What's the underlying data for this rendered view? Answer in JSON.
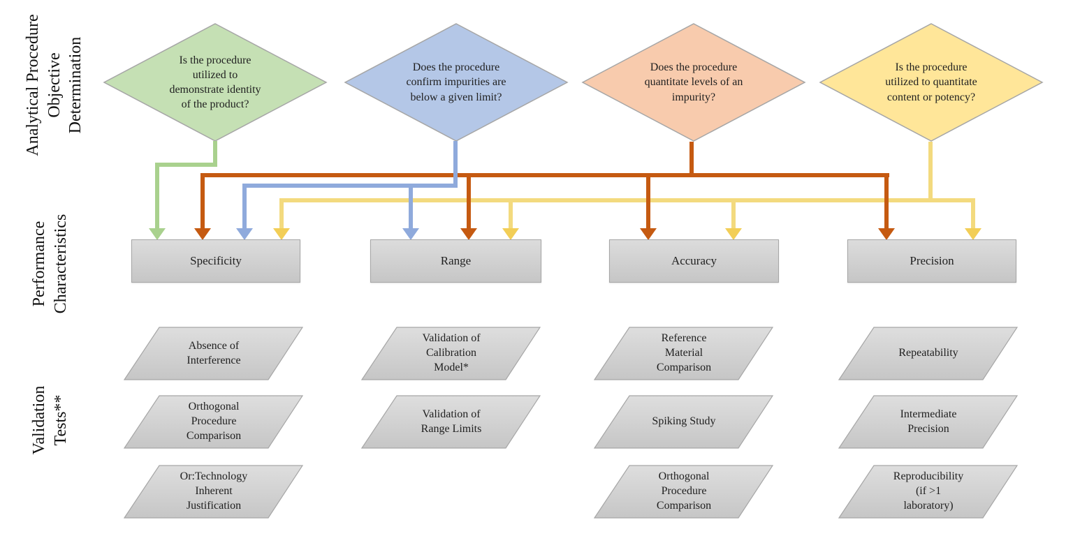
{
  "figure": {
    "side_labels": [
      {
        "text": "Analytical Procedure\nObjective\nDetermination"
      },
      {
        "text": "Performance\nCharacteristics"
      },
      {
        "text": "Validation\nTests**"
      }
    ],
    "decisions": [
      {
        "question": "Is the procedure\nutilized to\ndemonstrate identity\nof the product?",
        "fill": "#C5E0B4",
        "theme": "green"
      },
      {
        "question": "Does the procedure\nconfirm impurities are\nbelow a given limit?",
        "fill": "#B4C7E7",
        "theme": "blue"
      },
      {
        "question": "Does the procedure\nquantitate levels of an\nimpurity?",
        "fill": "#F8CBAD",
        "theme": "orange"
      },
      {
        "question": "Is the procedure\nutilized to quantitate\ncontent or potency?",
        "fill": "#FFE699",
        "theme": "yellow"
      }
    ],
    "characteristics": [
      {
        "label": "Specificity"
      },
      {
        "label": "Range"
      },
      {
        "label": "Accuracy"
      },
      {
        "label": "Precision"
      }
    ],
    "tests": {
      "specificity": [
        {
          "label": "Absence of\nInterference"
        },
        {
          "label": "Orthogonal\nProcedure\nComparison"
        },
        {
          "label": "Or:Technology\nInherent\nJustification"
        }
      ],
      "range": [
        {
          "label": "Validation of\nCalibration\nModel*"
        },
        {
          "label": "Validation of\nRange Limits"
        }
      ],
      "accuracy": [
        {
          "label": "Reference\nMaterial\nComparison"
        },
        {
          "label": "Spiking Study"
        },
        {
          "label": "Orthogonal\nProcedure\nComparison"
        }
      ],
      "precision": [
        {
          "label": "Repeatability"
        },
        {
          "label": "Intermediate\nPrecision"
        },
        {
          "label": "Reproducibility\n(if >1\nlaboratory)"
        }
      ]
    }
  },
  "colors": {
    "arrow-green": "#A9D18E",
    "arrow-blue": "#8FAADC",
    "arrow-orange": "#C55A11",
    "line-yellow": "#F3DA7E",
    "arrow-yellow": "#F2CE57",
    "shape-stroke": "#A6A6A6",
    "box-fill-top": "#DCDCDC",
    "box-fill-bottom": "#C6C6C6",
    "text": "#1F1F1F"
  }
}
